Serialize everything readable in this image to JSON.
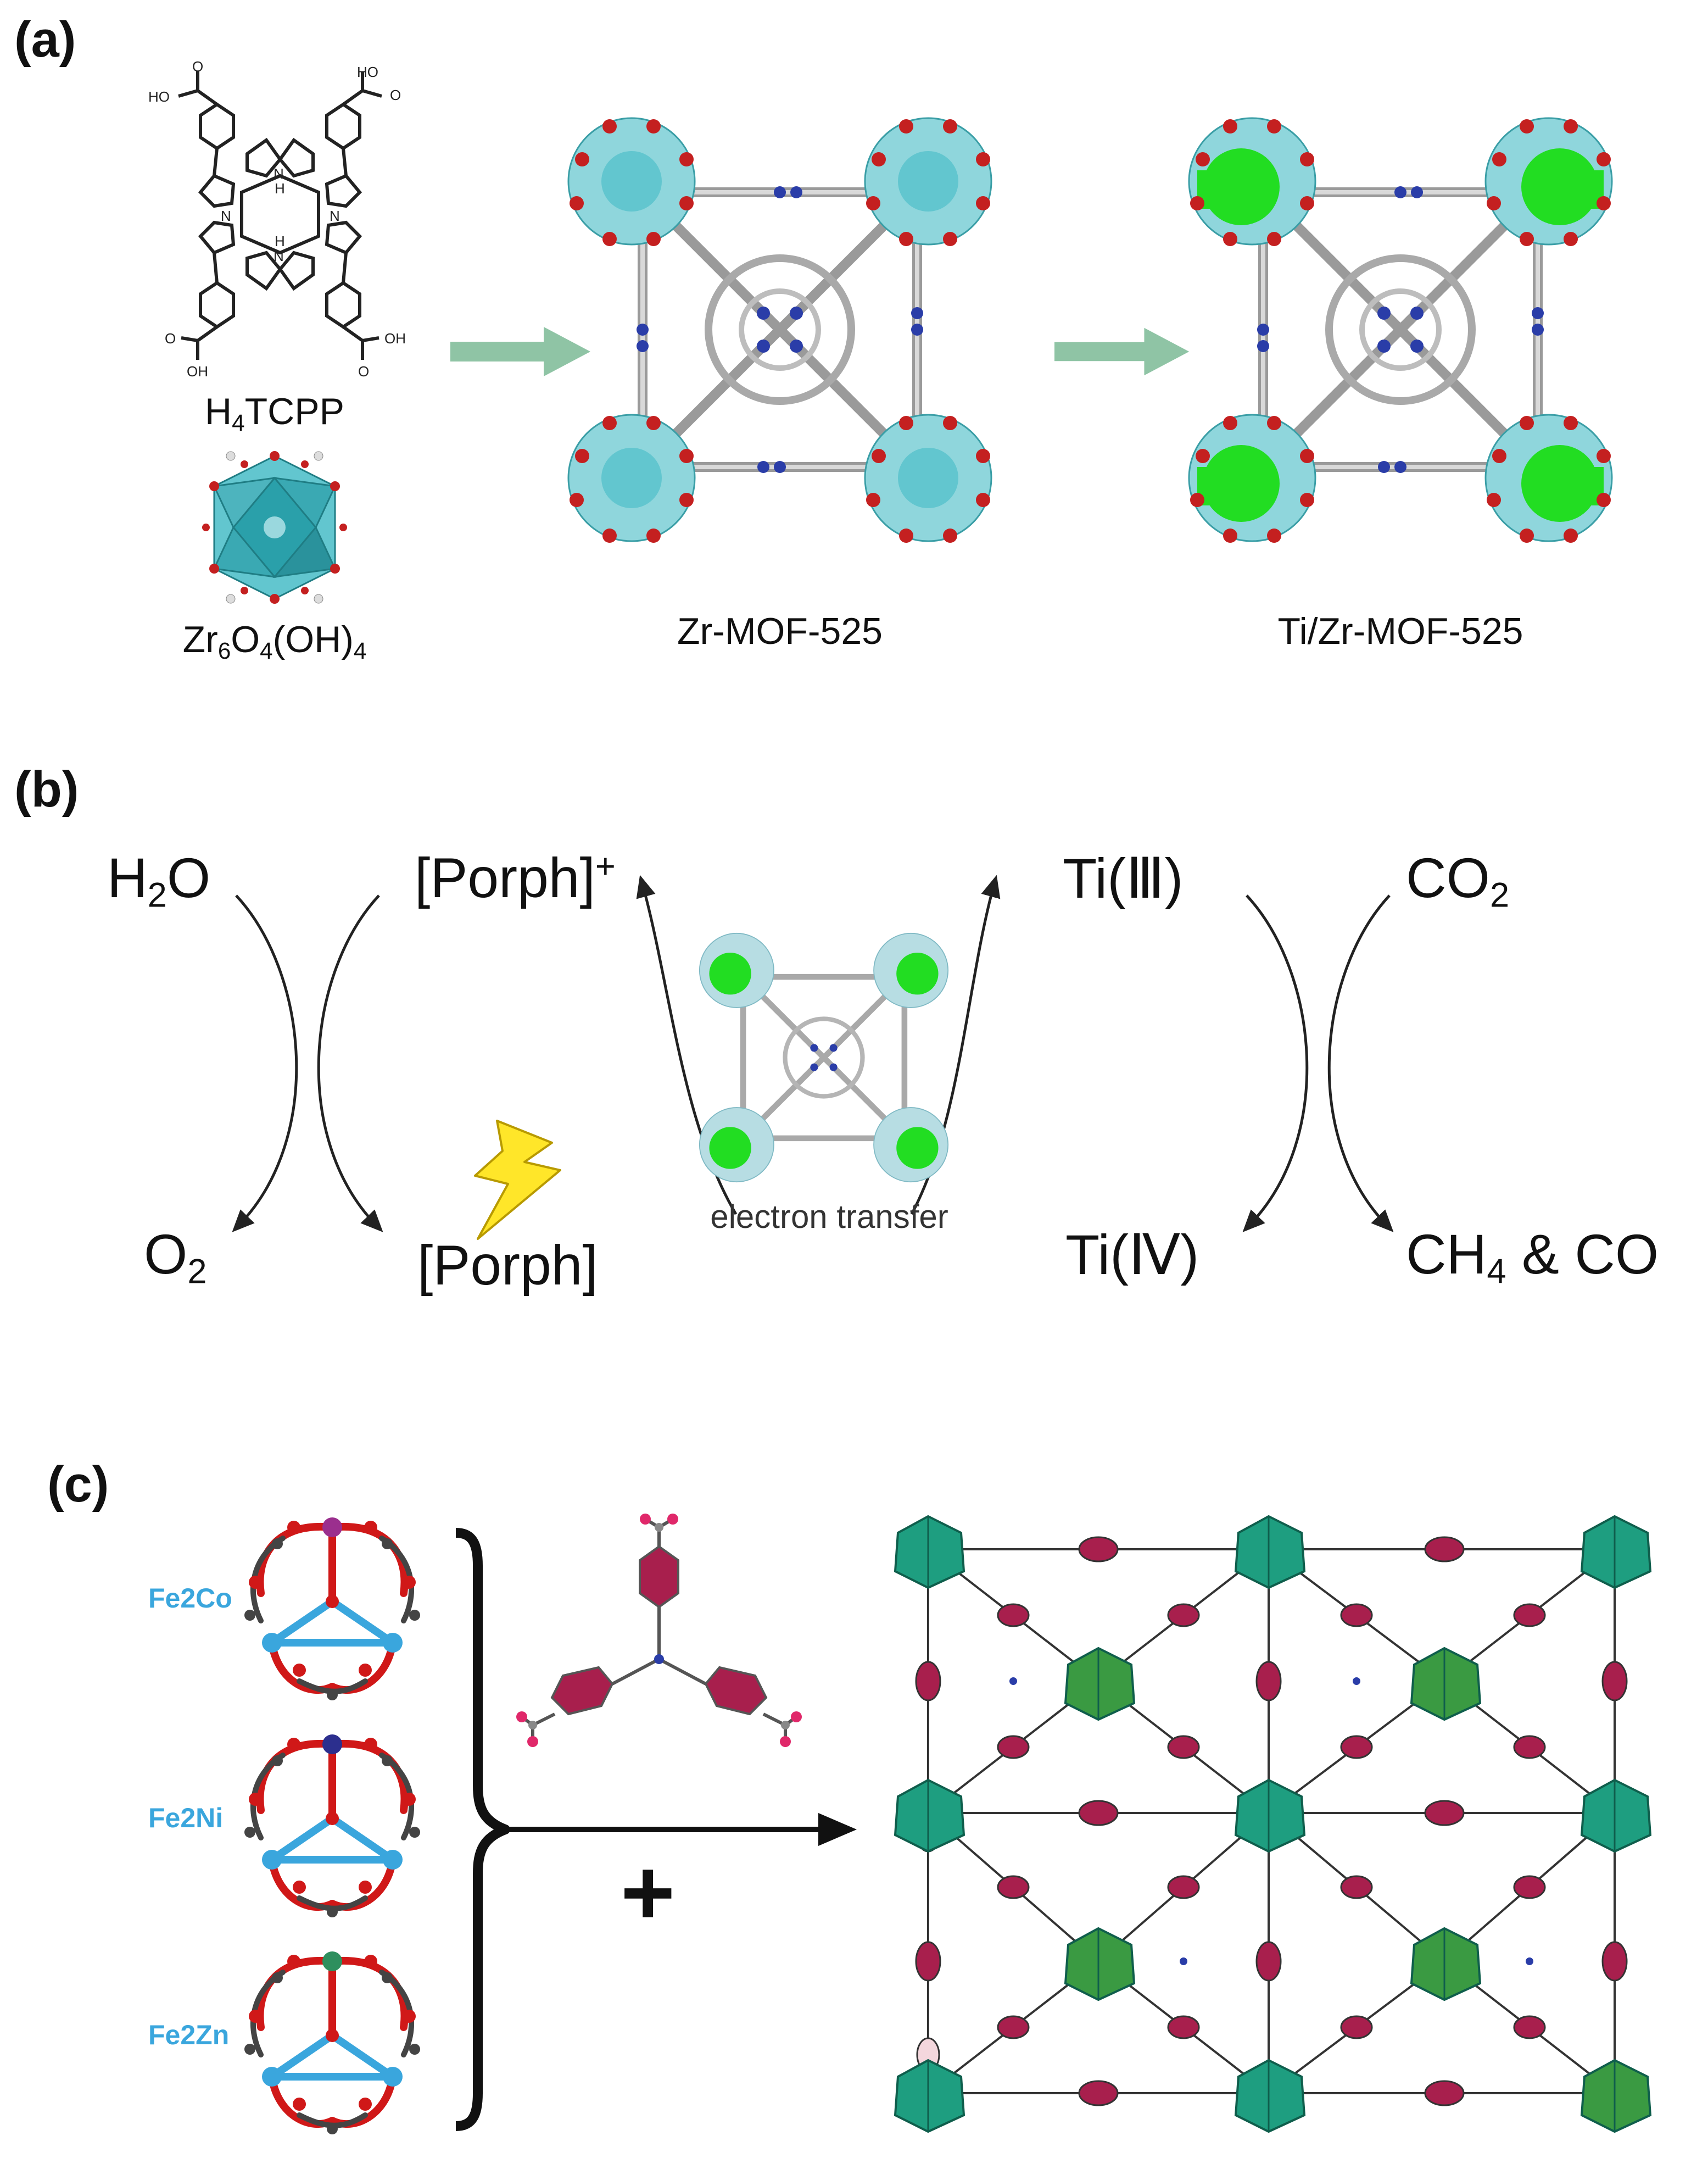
{
  "panel_a": {
    "label": "(a)",
    "linker": {
      "name_prefix": "H",
      "name_sub": "4",
      "name_suffix": "TCPP",
      "groups": [
        "HO",
        "HO",
        "OH",
        "OH",
        "O",
        "O",
        "O",
        "O",
        "N",
        "N",
        "N",
        "N",
        "H",
        "H"
      ]
    },
    "cluster": {
      "f1": "Zr",
      "s1": "6",
      "f2": "O",
      "s2": "4",
      "f3": "(OH)",
      "s3": "4"
    },
    "mof1_caption": "Zr-MOF-525",
    "mof2_caption": "Ti/Zr-MOF-525",
    "colors": {
      "arrow": "#8fc4a5",
      "node_cyan": "#62c6cf",
      "node_green": "#22dd22",
      "oxygen": "#c42020",
      "nitrogen": "#2a3da8",
      "carbon": "#c8c8c8"
    }
  },
  "panel_b": {
    "label": "(b)",
    "h2o": {
      "a": "H",
      "b": "2",
      "c": "O"
    },
    "o2": {
      "a": "O",
      "b": "2"
    },
    "porph_plus": {
      "a": "[Porph]",
      "b": "+"
    },
    "porph": "[Porph]",
    "ti3": "Ti(Ⅲ)",
    "ti4": "Ti(Ⅳ)",
    "co2": {
      "a": "CO",
      "b": "2"
    },
    "products": {
      "a": "CH",
      "b": "4",
      "c": " & CO"
    },
    "center_caption": "electron transfer",
    "colors": {
      "lightning": "#ffe629",
      "lightning_outline": "#b89a00",
      "arrow": "#222222"
    }
  },
  "panel_c": {
    "label": "(c)",
    "clusters": [
      {
        "f": "Fe",
        "s": "2",
        "m": "Co",
        "apex_color": "#9b2f8e"
      },
      {
        "f": "Fe",
        "s": "2",
        "m": "Ni",
        "apex_color": "#2c2f8e"
      },
      {
        "f": "Fe",
        "s": "2",
        "m": "Zn",
        "apex_color": "#2e8f5e"
      }
    ],
    "plus": "+",
    "colors": {
      "oxygen": "#d01818",
      "iron": "#3aa6dd",
      "carbon": "#444444",
      "ring": "#a81f4d",
      "node_teal": "#1e9e80",
      "node_green": "#3a9a42"
    }
  }
}
